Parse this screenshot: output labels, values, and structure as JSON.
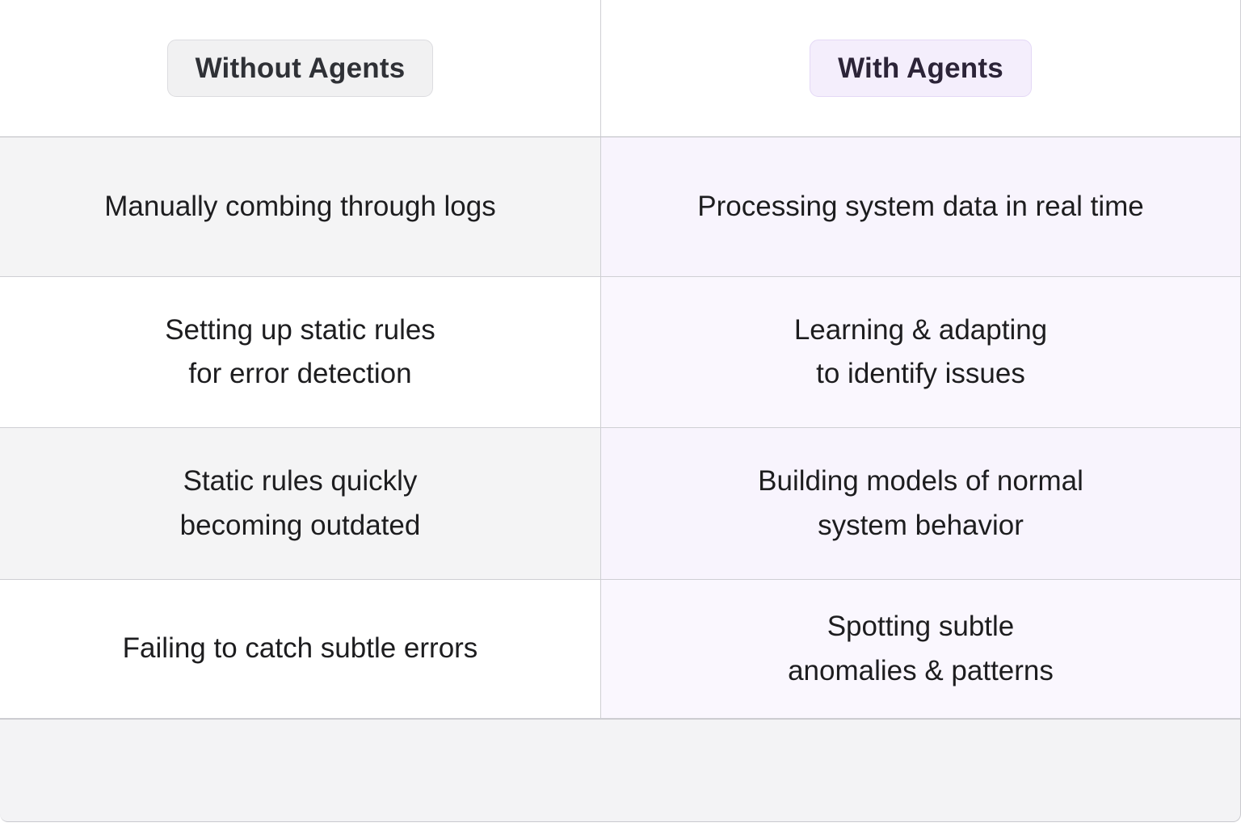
{
  "table": {
    "columns": [
      {
        "id": "without-agents",
        "label": "Without Agents",
        "badge_style": "plain"
      },
      {
        "id": "with-agents",
        "label": "With Agents",
        "badge_style": "accent"
      }
    ],
    "rows": [
      {
        "without": "Manually combing through logs",
        "with": "Processing system data in real time"
      },
      {
        "without": "Setting up static rules\nfor error detection",
        "with": "Learning & adapting\nto identify issues"
      },
      {
        "without": "Static rules quickly\nbecoming outdated",
        "with": "Building models of normal\nsystem behavior"
      },
      {
        "without": "Failing to catch subtle errors",
        "with": "Spotting subtle\nanomalies & patterns"
      }
    ]
  },
  "colors": {
    "accent_badge_bg": "#f4eefc",
    "accent_badge_border": "#e4d8f6",
    "accent_badge_text": "#2c2438",
    "plain_badge_bg": "#f1f1f2",
    "plain_badge_border": "#dcdce0",
    "plain_badge_text": "#2f3136",
    "left_column_stripe": "#f4f4f5",
    "right_column_stripe": "#f8f4fd",
    "right_column_alt": "#faf7fe",
    "grid_line": "#cfcfd4",
    "footer_bg": "#f3f3f5",
    "body_text": "#1d1d1f"
  }
}
